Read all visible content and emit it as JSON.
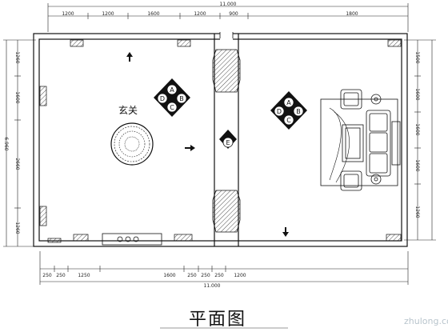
{
  "drawing": {
    "title": "平面图",
    "room_label": "玄关",
    "dims": {
      "top_overall": "11.000",
      "top": [
        "1200",
        "1200",
        "1600",
        "1200",
        "900",
        "1800"
      ],
      "bottom_overall": "11.000",
      "bottom": [
        "250",
        "250",
        "1250",
        "1600",
        "250",
        "250",
        "250",
        "1200"
      ],
      "left": [
        "1260",
        "1600",
        "2660",
        "1260"
      ],
      "left_overall": "6.960",
      "right": [
        "1500",
        "1600",
        "1600",
        "1600",
        "1260"
      ]
    },
    "markers": {
      "group1": [
        "A",
        "B",
        "C",
        "D"
      ],
      "group2": [
        "A",
        "B",
        "C",
        "D"
      ],
      "elevation": "E"
    },
    "colors": {
      "line": "#111111",
      "grid": "#666666",
      "watermark": "#b8c4cc"
    }
  },
  "watermark": "zhulong.com"
}
